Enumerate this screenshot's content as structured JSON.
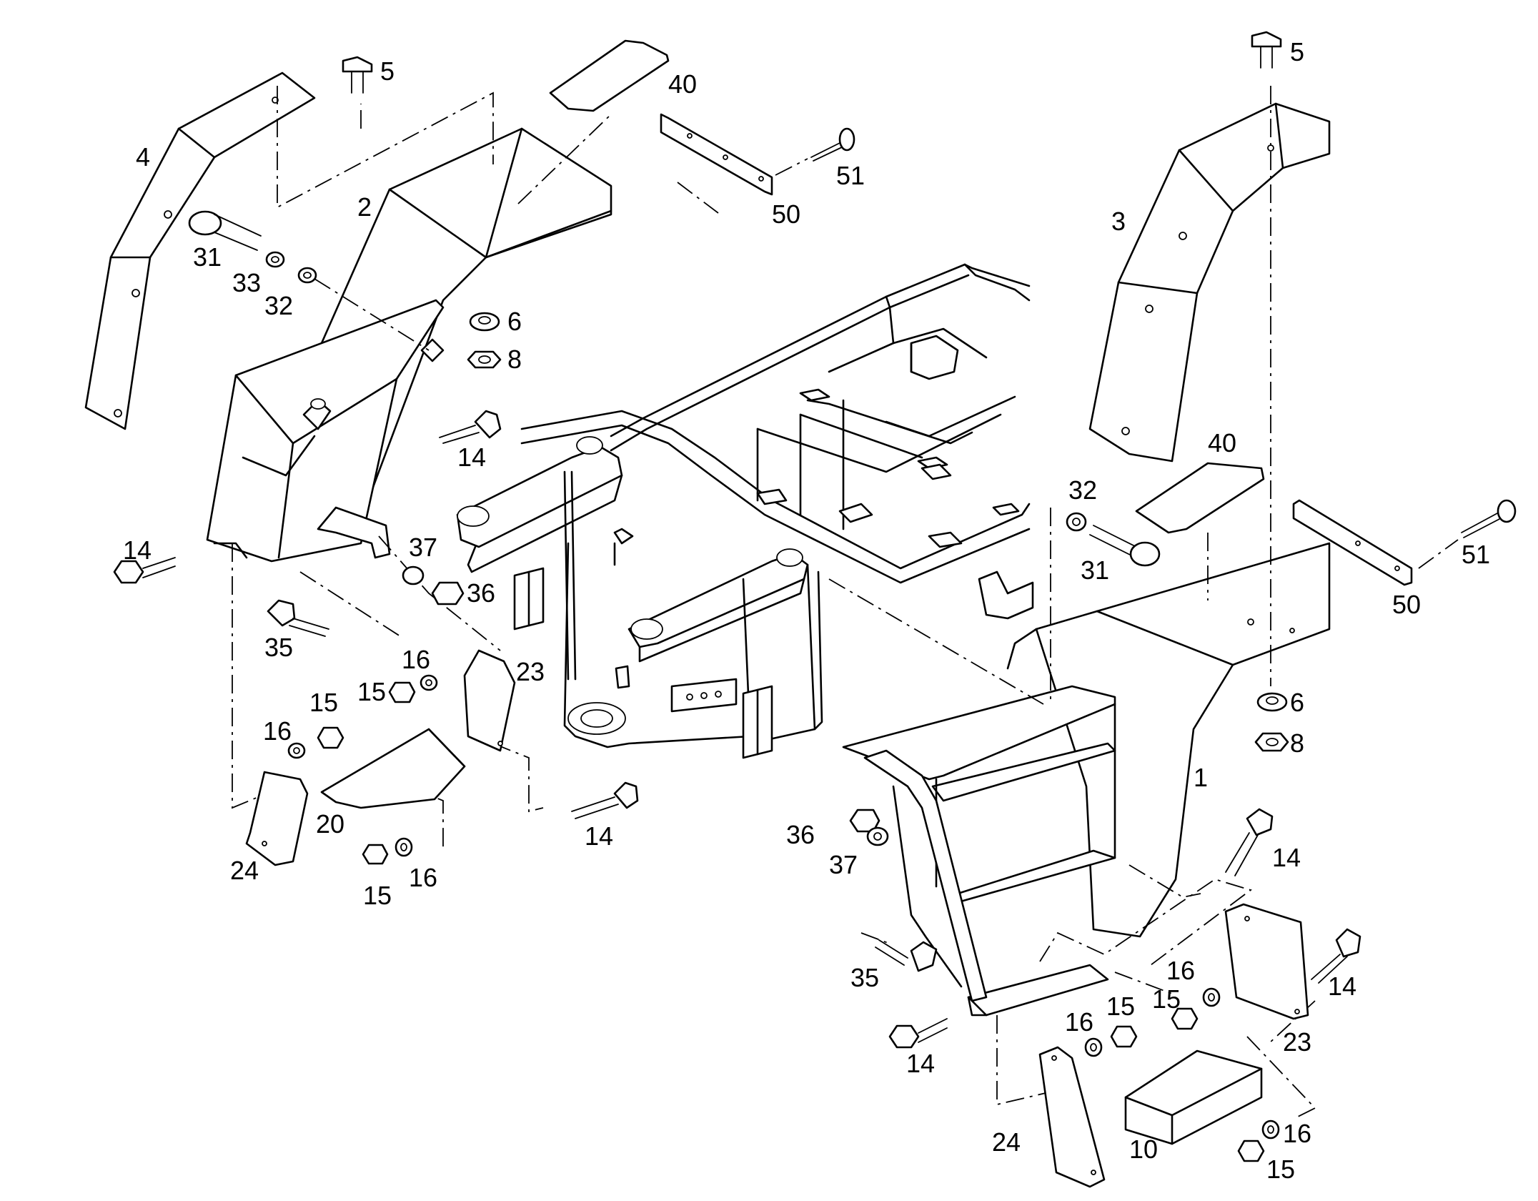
{
  "diagram": {
    "colors": {
      "line": "#000000",
      "background": "#ffffff"
    },
    "callouts": [
      {
        "id": "c-5-left",
        "text": "5"
      },
      {
        "id": "c-40-left",
        "text": "40"
      },
      {
        "id": "c-4",
        "text": "4"
      },
      {
        "id": "c-2",
        "text": "2"
      },
      {
        "id": "c-51-left",
        "text": "51"
      },
      {
        "id": "c-50-left",
        "text": "50"
      },
      {
        "id": "c-31-left",
        "text": "31"
      },
      {
        "id": "c-33",
        "text": "33"
      },
      {
        "id": "c-32-left",
        "text": "32"
      },
      {
        "id": "c-6-left",
        "text": "6"
      },
      {
        "id": "c-8-left",
        "text": "8"
      },
      {
        "id": "c-14-a",
        "text": "14"
      },
      {
        "id": "c-14-b",
        "text": "14"
      },
      {
        "id": "c-37-left",
        "text": "37"
      },
      {
        "id": "c-36-left",
        "text": "36"
      },
      {
        "id": "c-35-left",
        "text": "35"
      },
      {
        "id": "c-16-a",
        "text": "16"
      },
      {
        "id": "c-15-a",
        "text": "15"
      },
      {
        "id": "c-23-left",
        "text": "23"
      },
      {
        "id": "c-15-b",
        "text": "15"
      },
      {
        "id": "c-16-b",
        "text": "16"
      },
      {
        "id": "c-20",
        "text": "20"
      },
      {
        "id": "c-24-left",
        "text": "24"
      },
      {
        "id": "c-15-c",
        "text": "15"
      },
      {
        "id": "c-16-c",
        "text": "16"
      },
      {
        "id": "c-14-c",
        "text": "14"
      },
      {
        "id": "c-5-right",
        "text": "5"
      },
      {
        "id": "c-3",
        "text": "3"
      },
      {
        "id": "c-40-right",
        "text": "40"
      },
      {
        "id": "c-32-right",
        "text": "32"
      },
      {
        "id": "c-31-right",
        "text": "31"
      },
      {
        "id": "c-51-right",
        "text": "51"
      },
      {
        "id": "c-50-right",
        "text": "50"
      },
      {
        "id": "c-6-right",
        "text": "6"
      },
      {
        "id": "c-8-right",
        "text": "8"
      },
      {
        "id": "c-1",
        "text": "1"
      },
      {
        "id": "c-14-d",
        "text": "14"
      },
      {
        "id": "c-36-right",
        "text": "36"
      },
      {
        "id": "c-37-right",
        "text": "37"
      },
      {
        "id": "c-35-right",
        "text": "35"
      },
      {
        "id": "c-14-e",
        "text": "14"
      },
      {
        "id": "c-16-d",
        "text": "16"
      },
      {
        "id": "c-15-d",
        "text": "15"
      },
      {
        "id": "c-14-f",
        "text": "14"
      },
      {
        "id": "c-23-right",
        "text": "23"
      },
      {
        "id": "c-16-e",
        "text": "16"
      },
      {
        "id": "c-15-e",
        "text": "15"
      },
      {
        "id": "c-24-right",
        "text": "24"
      },
      {
        "id": "c-10",
        "text": "10"
      },
      {
        "id": "c-16-f",
        "text": "16"
      },
      {
        "id": "c-15-f",
        "text": "15"
      }
    ]
  }
}
